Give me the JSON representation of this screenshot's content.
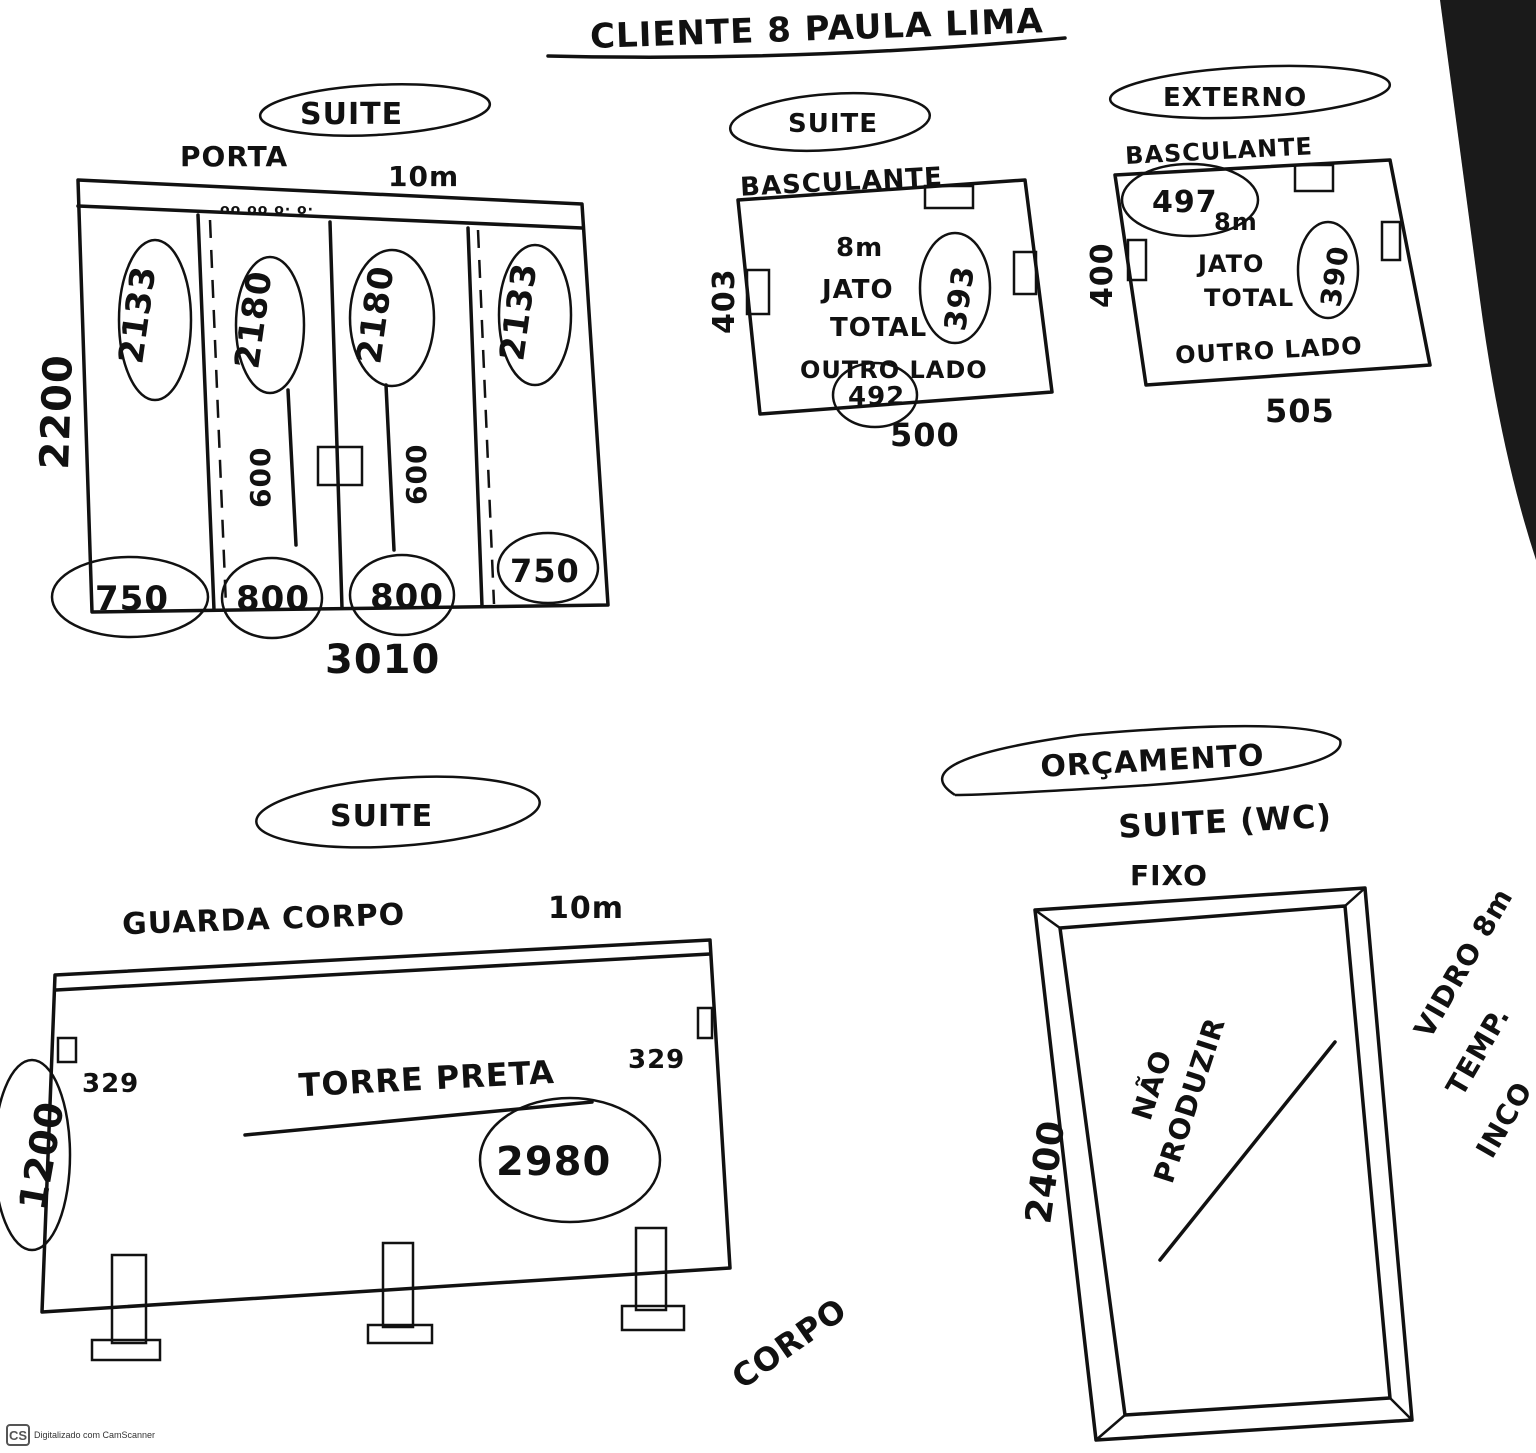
{
  "title": "CLIENTE 8 PAULA LIMA",
  "sketches": {
    "porta": {
      "section": "SUITE",
      "label": "PORTA",
      "glass": "10m",
      "height": "2200",
      "width": "3010",
      "panel_heights": [
        "2133",
        "2180",
        "2180",
        "2133"
      ],
      "panel_widths": [
        "750",
        "800",
        "800",
        "750"
      ],
      "handle_lengths": [
        "600",
        "600"
      ]
    },
    "basculante_suite": {
      "section": "SUITE",
      "label": "BASCULANTE",
      "glass": "8m",
      "finish_line1": "JATO",
      "finish_line2": "TOTAL",
      "side_note": "OUTRO LADO",
      "height": "403",
      "width": "500",
      "circled_height": "393",
      "circled_width": "492"
    },
    "basculante_externo": {
      "section": "EXTERNO",
      "label": "BASCULANTE",
      "glass": "8m",
      "finish_line1": "JATO",
      "finish_line2": "TOTAL",
      "side_note": "OUTRO LADO",
      "height": "400",
      "width": "505",
      "circled_height": "390",
      "circled_width": "497"
    },
    "guarda_corpo": {
      "section": "SUITE",
      "label": "GUARDA CORPO",
      "glass": "10m",
      "finish": "TORRE PRETA",
      "height": "1200",
      "circled_width": "2980",
      "left_offset": "329",
      "right_offset": "329",
      "bottom_note": "CORPO"
    },
    "orcamento": {
      "heading": "ORÇAMENTO",
      "section": "SUITE (WC)",
      "label": "FIXO",
      "height": "2400",
      "note_line1": "NÃO",
      "note_line2": "PRODUZIR",
      "side_line1": "VIDRO 8m",
      "side_line2": "TEMP.",
      "side_line3": "INCO"
    }
  },
  "footer": {
    "logo": "CS",
    "text": "Digitalizado com CamScanner"
  }
}
